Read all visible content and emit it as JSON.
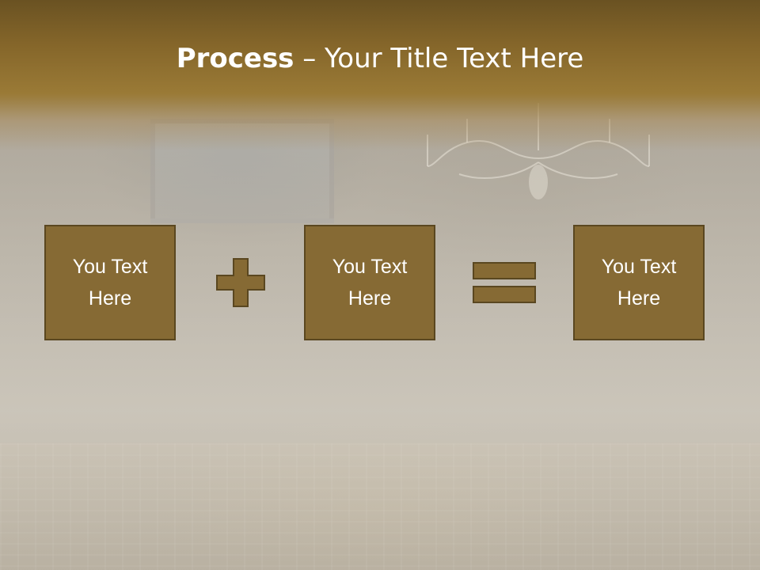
{
  "slide": {
    "title": {
      "bold": "Process",
      "rest": " – Your Title Text Here"
    },
    "boxes": [
      {
        "line1": "You Text",
        "line2": "Here"
      },
      {
        "line1": "You Text",
        "line2": "Here"
      },
      {
        "line1": "You Text",
        "line2": "Here"
      }
    ],
    "operators": [
      "plus-icon",
      "equals-icon"
    ],
    "colors": {
      "header": "#85662a",
      "box_fill": "#866a34",
      "box_border": "#5a4720",
      "text": "#ffffff"
    }
  }
}
